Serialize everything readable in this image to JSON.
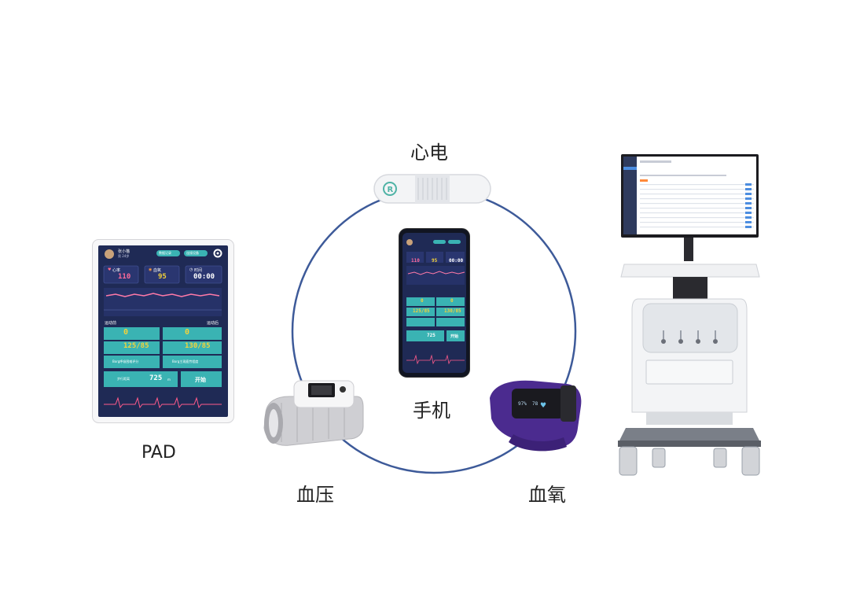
{
  "labels": {
    "ecg": "心电",
    "phone": "手机",
    "pad": "PAD",
    "bp": "血压",
    "spo2": "血氧"
  },
  "pad_screen": {
    "user_name": "张小猫",
    "user_sub": "男 24岁",
    "pill1": "数据记录",
    "pill2": "连接设备",
    "metric_hr_label": "心率",
    "metric_hr_value": "110",
    "metric_spo2_label": "血氧",
    "metric_spo2_value": "95",
    "metric_time_label": "时间",
    "metric_time_value": "00:00",
    "section_title": "运动前",
    "section_right": "运动后",
    "hr_cell_1": "0",
    "hr_cell_2": "0",
    "bp_before": "125/85",
    "bp_after": "130/85",
    "borg_1": "Borg呼吸困难评分",
    "borg_2": "Borg主观疲劳程度",
    "walk_label": "步行距离",
    "walk_value": "725",
    "walk_unit": "m",
    "start": "开始"
  },
  "phone_screen": {
    "metric_hr_value": "110",
    "metric_spo2_value": "95",
    "metric_time_value": "00:00",
    "hr_cell_1": "0",
    "hr_cell_2": "0",
    "bp_before": "125/85",
    "bp_after": "130/85",
    "walk_value": "725",
    "start": "开始"
  },
  "oximeter": {
    "readout": "97%  78"
  },
  "colors": {
    "ring": "#3d5a99",
    "screen_bg": "#1f2a55",
    "teal": "#3ab3b3",
    "yellow": "#f3d23a",
    "cuff": "#c9c9cc",
    "oximeter": "#4b2b8f"
  }
}
